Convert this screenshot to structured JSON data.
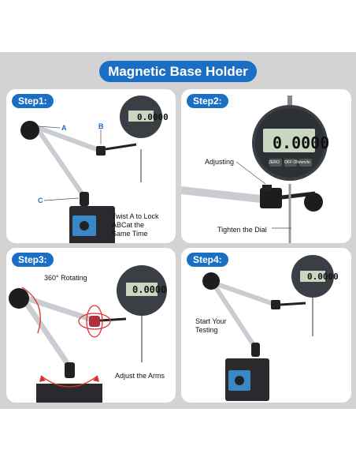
{
  "title": "Magnetic Base Holder",
  "colors": {
    "accent": "#1a6fc4",
    "band": "#d3d3d3",
    "arrow": "#d9322b"
  },
  "steps": [
    {
      "label": "Step1:",
      "callouts": {
        "a": "A",
        "b": "B",
        "c": "C"
      },
      "caption_lines": [
        "Twist A to Lock",
        "ABCat the",
        "Same Time"
      ],
      "display": "0.0000"
    },
    {
      "label": "Step2:",
      "callouts": [
        "Adjusting",
        "Tighten the Dial"
      ],
      "display": "0.0000",
      "button_labels": [
        "ZERO",
        "OFF ON",
        "mm/in"
      ]
    },
    {
      "label": "Step3:",
      "callouts": [
        "360° Rotating",
        "Adjust the Arms"
      ],
      "display": "0.0000"
    },
    {
      "label": "Step4:",
      "callout_lines": [
        "Start Your",
        "Testing"
      ],
      "display": "0.0000"
    }
  ]
}
